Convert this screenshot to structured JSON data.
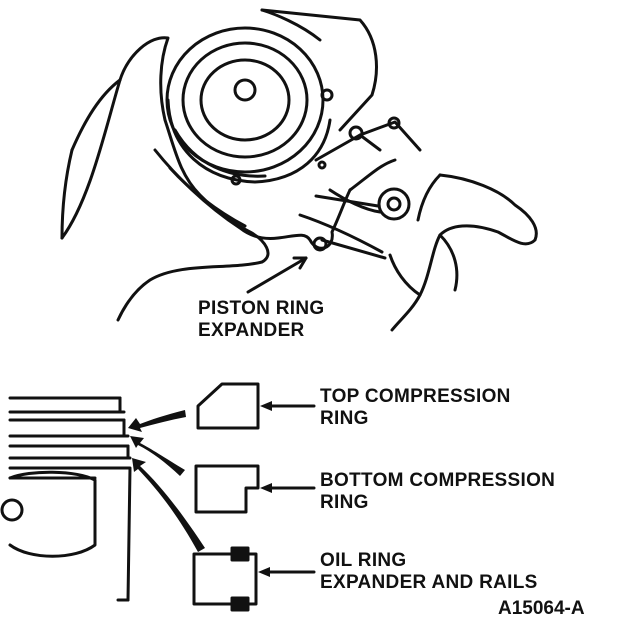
{
  "figure": {
    "callouts": {
      "piston_ring_expander": [
        "PISTON RING",
        "EXPANDER"
      ],
      "top_compression_ring": [
        "TOP COMPRESSION",
        "RING"
      ],
      "bottom_compression_ring": [
        "BOTTOM COMPRESSION",
        "RING"
      ],
      "oil_ring": [
        "OIL RING",
        "EXPANDER AND RAILS"
      ]
    },
    "reference_number": "A15064-A",
    "colors": {
      "ink": "#111111",
      "background": "#ffffff"
    }
  }
}
